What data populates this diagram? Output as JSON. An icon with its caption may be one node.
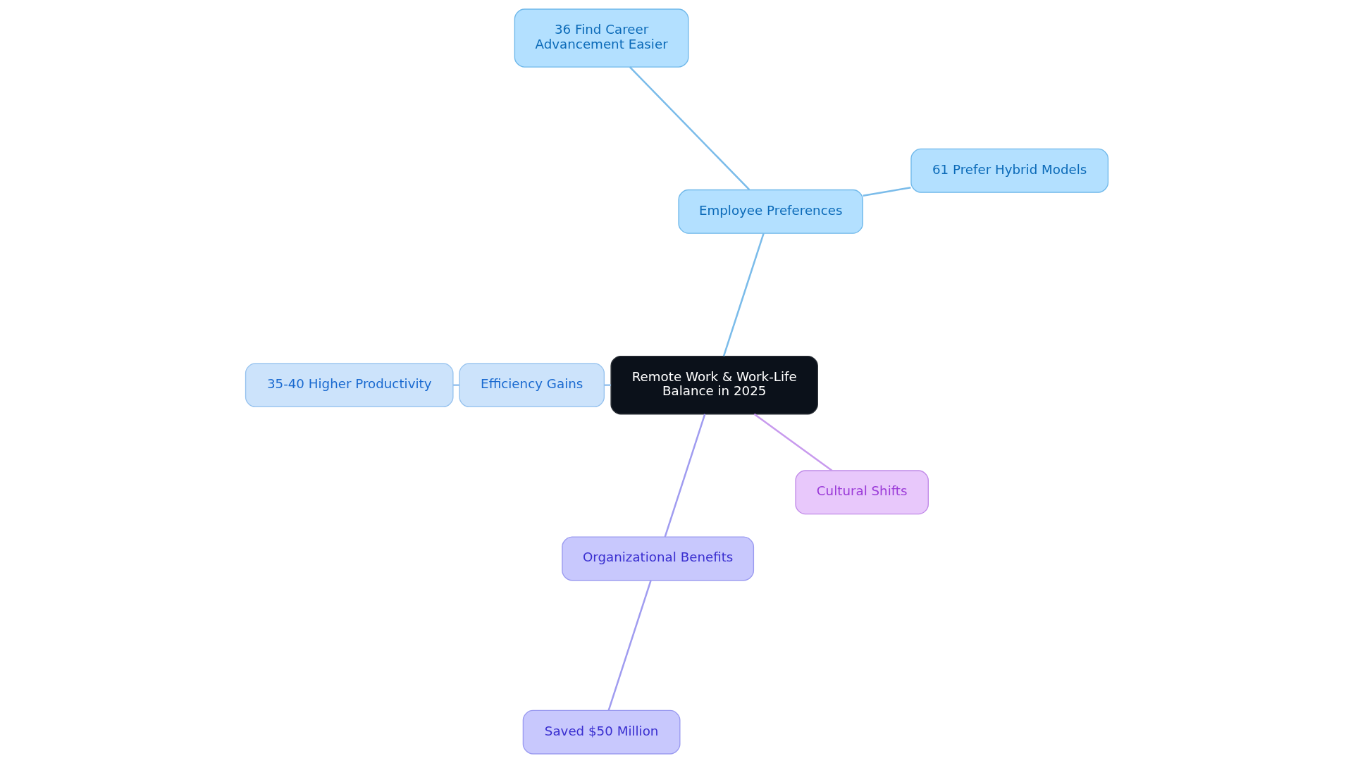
{
  "diagram": {
    "nodes": [
      {
        "text": [
          "Remote Work & Work-Life Balance in 2025"
        ]
      },
      {
        "text": [
          "Employee Preferences"
        ]
      },
      {
        "text": [
          "61 Prefer Hybrid Models"
        ]
      },
      {
        "text": [
          "36 Find Career Advancement Easier"
        ]
      },
      {
        "text": [
          "Efficiency Gains"
        ]
      },
      {
        "text": [
          "35-40 Higher Productivity"
        ]
      },
      {
        "text": [
          "Organizational Benefits"
        ]
      },
      {
        "text": [
          "Saved $50 Million"
        ]
      },
      {
        "text": [
          "Cultural Shifts"
        ]
      }
    ],
    "edges": [
      {
        "from": 0,
        "to": 1,
        "arrow": "none",
        "color": "#7bbcea"
      },
      {
        "from": 1,
        "to": 2,
        "arrow": "none",
        "color": "#7bbcea"
      },
      {
        "from": 1,
        "to": 3,
        "arrow": "none",
        "color": "#7bbcea"
      },
      {
        "from": 0,
        "to": 4,
        "arrow": "none",
        "color": "#96c2ee"
      },
      {
        "from": 4,
        "to": 5,
        "arrow": "none",
        "color": "#96c2ee"
      },
      {
        "from": 0,
        "to": 6,
        "arrow": "none",
        "color": "#a09cf0"
      },
      {
        "from": 6,
        "to": 7,
        "arrow": "none",
        "color": "#a09cf0"
      },
      {
        "from": 0,
        "to": 8,
        "arrow": "none",
        "color": "#c89aee"
      }
    ]
  }
}
